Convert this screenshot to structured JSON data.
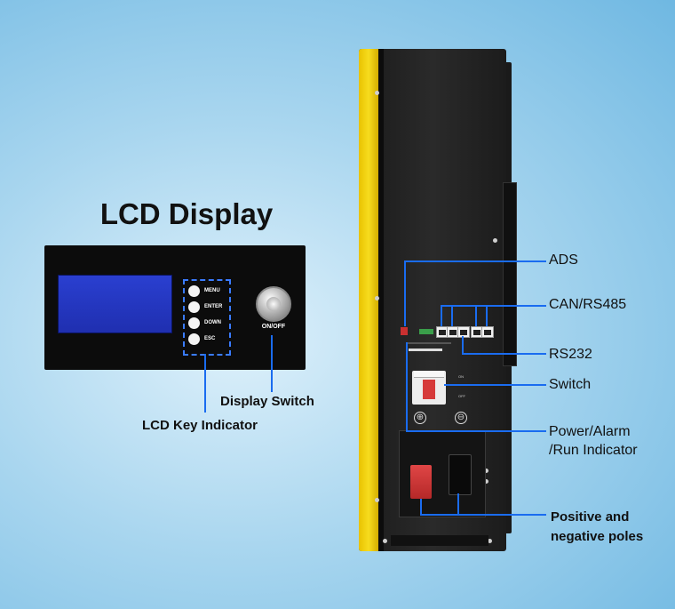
{
  "lcd_section": {
    "title": "LCD Display",
    "keys": [
      "MENU",
      "ENTER",
      "DOWN",
      "ESC"
    ],
    "knob_label": "ON/OFF",
    "display_switch_label": "Display Switch",
    "lcd_key_indicator_label": "LCD Key Indicator"
  },
  "inverter_callouts": {
    "ads": "ADS",
    "can_rs485": "CAN/RS485",
    "rs232": "RS232",
    "switch": "Switch",
    "power_alarm_line1": "Power/Alarm",
    "power_alarm_line2": "/Run Indicator",
    "poles_line1": "Positive and",
    "poles_line2": "negative poles"
  },
  "inverter_symbols": {
    "positive": "⊕",
    "negative": "⊖",
    "breaker_on": "ON",
    "breaker_off": "OFF"
  },
  "colors": {
    "callout_line": "#1a6cf0",
    "accent_yellow": "#f7dc1e",
    "lcd_blue": "#2a3fd0"
  }
}
